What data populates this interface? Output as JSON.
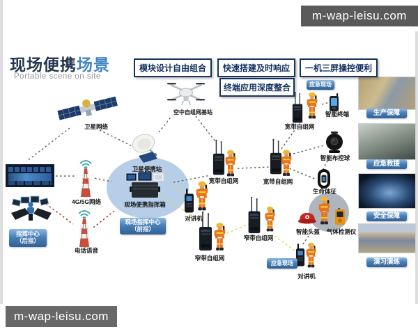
{
  "watermarks": {
    "top": "m-wap-leisu.com",
    "bottom": "m-wap-leisu.com"
  },
  "header": {
    "title_primary": "现场便携",
    "title_accent": "场景",
    "subtitle": "Portable scene on site"
  },
  "banners": [
    "模块设计自由组合",
    "快速搭建及时响应",
    "一机三屏操控便利",
    "终端应用深度整合"
  ],
  "centers": {
    "hq": {
      "line1": "指挥中心",
      "line2": "（后指）"
    },
    "field": {
      "line1": "现场指挥中心",
      "line2": "（前指）"
    }
  },
  "nodes": {
    "satellite": "卫星网络",
    "aerial_station": "空中自组网基站",
    "satellite_portable": "卫星便携站",
    "command_case": "现场便携指挥箱",
    "network_4g5g": "4G/5G网络",
    "phone_voice": "电话语音",
    "broadband": "宽带自组网",
    "narrowband": "窄带自组网",
    "walkie": "对讲机",
    "emergency_site": "应急现场",
    "smart_terminal": "智能终端",
    "control_ball": "智能布控球",
    "vital_signs": "生命体征",
    "smart_helmet": "智能头盔",
    "gas_detector": "气体检测仪"
  },
  "photos": [
    {
      "label": "生产保障"
    },
    {
      "label": "应急救援"
    },
    {
      "label": "安全保障"
    },
    {
      "label": "演习演练"
    }
  ],
  "colors": {
    "navy": "#16335f",
    "accent_blue": "#3f85c5",
    "pill_blue": "#2f6198",
    "ellipse_blue": "#b7cee8",
    "circle_gray": "#afb5bd",
    "line_dark": "#5a5a5a",
    "line_red": "#a83232",
    "line_yellow": "#ded964",
    "firefighter_orange": "#e8731d"
  }
}
